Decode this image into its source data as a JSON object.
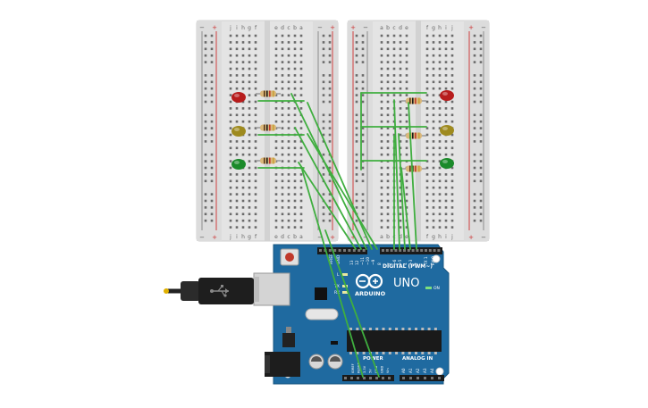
{
  "breadboard_left": {
    "column_letters": [
      "j",
      "i",
      "h",
      "g",
      "f",
      "e",
      "d",
      "c",
      "b",
      "a"
    ],
    "rail_plus": "+",
    "rail_minus": "−",
    "row_count": 30
  },
  "breadboard_right": {
    "column_letters": [
      "a",
      "b",
      "c",
      "d",
      "e",
      "f",
      "g",
      "h",
      "i",
      "j"
    ],
    "rail_plus": "+",
    "rail_minus": "−",
    "row_count": 30
  },
  "arduino": {
    "model": "UNO",
    "brand": "ARDUINO",
    "digital_label": "DIGITAL (PWM~)",
    "power_label": "POWER",
    "analog_label": "ANALOG IN",
    "on_label": "ON",
    "tx_label": "TX",
    "rx_label": "RX",
    "l_label": "L",
    "aref_label": "AREF",
    "gnd_label": "GND",
    "digital_pins": [
      "13",
      "12",
      "~11",
      "~10",
      "~9",
      "8",
      "7",
      "~6",
      "~5",
      "4",
      "~3",
      "2",
      "TX 1",
      "RX 0"
    ],
    "power_pins": [
      "IOREF",
      "RESET",
      "3.3V",
      "5V",
      "GND",
      "GND",
      "Vin"
    ],
    "analog_pins": [
      "A0",
      "A1",
      "A2",
      "A3",
      "A4",
      "A5"
    ]
  },
  "leds_left": [
    {
      "color_name": "red",
      "color": "#b71c1c"
    },
    {
      "color_name": "yellow",
      "color": "#9e8a1e"
    },
    {
      "color_name": "green",
      "color": "#1b8a2a"
    }
  ],
  "leds_right": [
    {
      "color_name": "red",
      "color": "#b71c1c"
    },
    {
      "color_name": "yellow",
      "color": "#9e8a1e"
    },
    {
      "color_name": "green",
      "color": "#1b8a2a"
    }
  ],
  "colors": {
    "board_blue": "#1f6aa0",
    "wire_green": "#3fae3f",
    "breadboard": "#e7e7e7",
    "rail_red": "#d04040",
    "rail_black": "#333333"
  }
}
